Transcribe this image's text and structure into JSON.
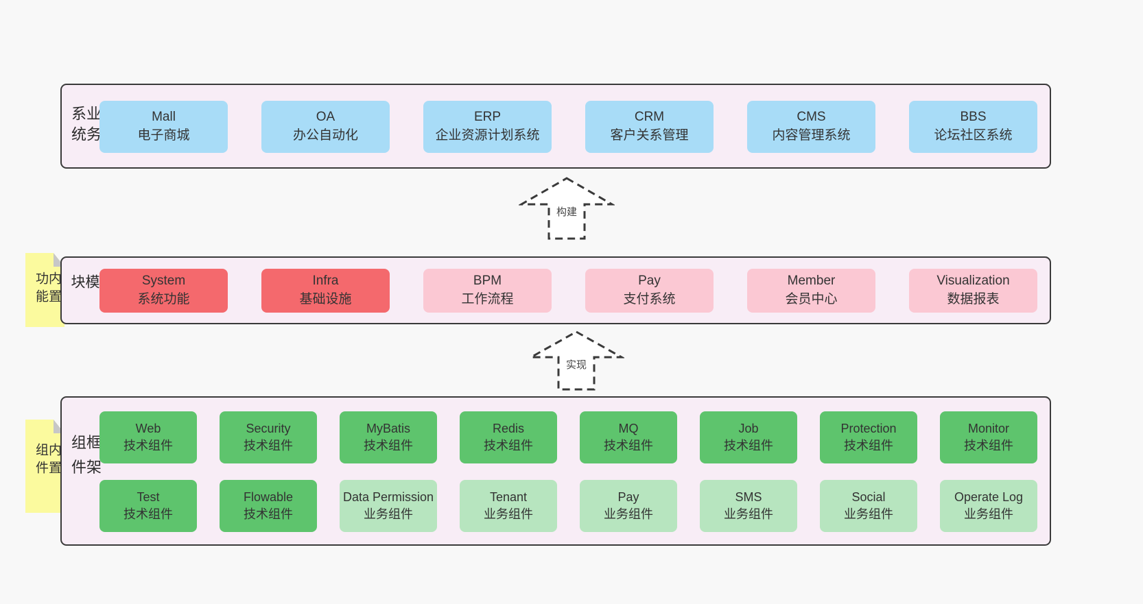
{
  "diagram": {
    "colors": {
      "page_bg": "#f8f8f8",
      "container_bg": "#f8edf6",
      "container_border": "#3a3a3a",
      "blue_box": "#a8dcf7",
      "red_box": "#f4696d",
      "pink_box": "#fbc8d3",
      "green_box": "#5ec46d",
      "light_green_box": "#b7e5bf",
      "sticky_bg": "#fbfa9e",
      "text": "#333333"
    },
    "arrows": [
      {
        "label": "构建"
      },
      {
        "label": "实现"
      }
    ],
    "layers": [
      {
        "label": "业务系统",
        "boxes": [
          {
            "title": "Mall",
            "subtitle": "电子商城"
          },
          {
            "title": "OA",
            "subtitle": "办公自动化"
          },
          {
            "title": "ERP",
            "subtitle": "企业资源计划系统"
          },
          {
            "title": "CRM",
            "subtitle": "客户关系管理"
          },
          {
            "title": "CMS",
            "subtitle": "内容管理系统"
          },
          {
            "title": "BBS",
            "subtitle": "论坛社区系统"
          }
        ]
      },
      {
        "label": "通用模块",
        "sticky": "内置功能",
        "boxes": [
          {
            "title": "System",
            "subtitle": "系统功能"
          },
          {
            "title": "Infra",
            "subtitle": "基础设施"
          },
          {
            "title": "BPM",
            "subtitle": "工作流程"
          },
          {
            "title": "Pay",
            "subtitle": "支付系统"
          },
          {
            "title": "Member",
            "subtitle": "会员中心"
          },
          {
            "title": "Visualization",
            "subtitle": "数据报表"
          }
        ]
      },
      {
        "label": "框架组件",
        "sticky": "内置组件",
        "row1": [
          {
            "title": "Web",
            "subtitle": "技术组件"
          },
          {
            "title": "Security",
            "subtitle": "技术组件"
          },
          {
            "title": "MyBatis",
            "subtitle": "技术组件"
          },
          {
            "title": "Redis",
            "subtitle": "技术组件"
          },
          {
            "title": "MQ",
            "subtitle": "技术组件"
          },
          {
            "title": "Job",
            "subtitle": "技术组件"
          },
          {
            "title": "Protection",
            "subtitle": "技术组件"
          },
          {
            "title": "Monitor",
            "subtitle": "技术组件"
          }
        ],
        "row2": [
          {
            "title": "Test",
            "subtitle": "技术组件"
          },
          {
            "title": "Flowable",
            "subtitle": "技术组件"
          },
          {
            "title": "Data Permission",
            "subtitle": "业务组件"
          },
          {
            "title": "Tenant",
            "subtitle": "业务组件"
          },
          {
            "title": "Pay",
            "subtitle": "业务组件"
          },
          {
            "title": "SMS",
            "subtitle": "业务组件"
          },
          {
            "title": "Social",
            "subtitle": "业务组件"
          },
          {
            "title": "Operate Log",
            "subtitle": "业务组件"
          }
        ]
      }
    ]
  }
}
